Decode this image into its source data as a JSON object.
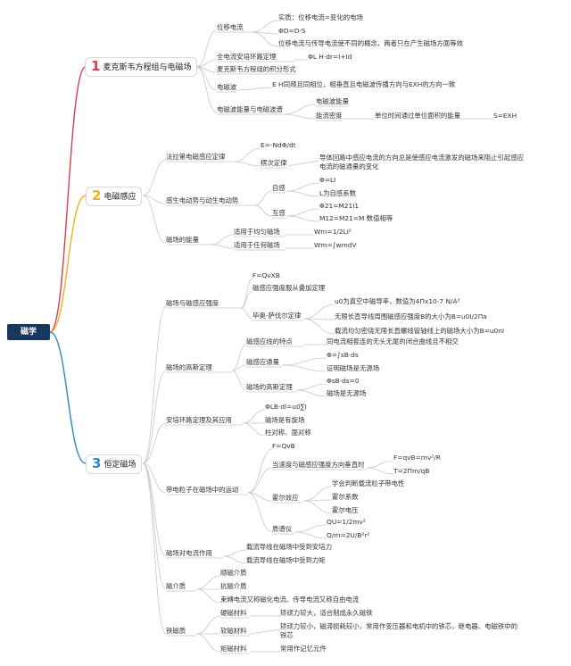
{
  "root": {
    "label": "磁学"
  },
  "colors": {
    "b1": "#d8404f",
    "b2": "#f2b01e",
    "b3": "#2f86c4",
    "root": "#17375e",
    "line": "#c8c8c8"
  },
  "b1": {
    "num": "1",
    "label": "麦克斯韦方程组与电磁场",
    "wy": {
      "label": "位移电流",
      "s": "实质：位移电流=变化的电场",
      "f": "ΦD=D·S",
      "c": "位移电流与传导电流使不同的概念，两者只在产生磁场方面等效"
    },
    "qdl": {
      "label": "全电流安培环路定理",
      "f": "ΦL H·dr=I+Id"
    },
    "mx": {
      "label": "麦克斯韦方程组的积分形式"
    },
    "dcb": {
      "label": "电磁波",
      "d": "E H同频且同相位，相垂直且电磁波传播方向与EXH的方向一致"
    },
    "nl": {
      "label": "电磁波能量与电磁波谱",
      "e": "电磁波能量",
      "p": "能流密度",
      "pd": "单位时间通过单位面积的能量",
      "pf": "S=EXH"
    }
  },
  "b2": {
    "num": "2",
    "label": "电磁感应",
    "fl": {
      "label": "法拉第电磁感应定律",
      "f": "E=-NdΦ/dt",
      "lc": "楞次定律",
      "ld": "导体回路中感应电流的方向总是使感应电流激发的磁场来阻止引起感应电流的磁通量的变化"
    },
    "gs": {
      "label": "感生电动势与动生电动势",
      "zg": "自感",
      "zf": "Φ=LI",
      "zl": "L为自感系数",
      "hg": "互感",
      "hf1": "Φ21=M21I1",
      "hf2": "M12=M21=M 数值相等"
    },
    "en": {
      "label": "磁场的能量",
      "u1": "适用于均匀磁场",
      "f1": "Wm=1/2LI²",
      "u2": "适用于任何磁场",
      "f2": "Wm=∫wmdV"
    }
  },
  "b3": {
    "num": "3",
    "label": "恒定磁场",
    "qd": {
      "label": "磁场与磁感应强度",
      "f": "F=QvXB",
      "d": "磁感应强度服从叠加定理",
      "bs": "毕奥-萨伐尔定律",
      "bs1": "u0为真空中磁导率，数值为4Пx10-7 N/A²",
      "bs2": "无限长直导线周围磁感应强度B的大小为B=u0I/2Пa",
      "bs3": "载流均匀密绕无限长直螺线管轴线上的磁场大小为B=u0nI"
    },
    "gs": {
      "label": "磁场的高斯定理",
      "tz": "磁感应线的特点",
      "tzd": "同电流相套连的无头无尾的闭合曲线且不相交",
      "tl": "磁感应通量",
      "tlf": "Φ=∫sB·ds",
      "tlz": "证明磁场是无源场",
      "gd": "磁场的高斯定理",
      "gdf": "ΦsB·ds=0",
      "gdz": "磁场是无源场"
    },
    "aq": {
      "label": "安培环路定理及其应用",
      "f": "ΦLB·dl=u0∑I",
      "x": "磁场是有旋场",
      "y": "柱对称、面对称"
    },
    "dd": {
      "label": "带电粒子在磁场中的运动",
      "f": "F=QvB",
      "cz": "当速度与磁感应强度方向垂直时",
      "cz1": "F=qvB=mv²/R",
      "cz2": "T=2Пm/qB",
      "he": "霍尔效应",
      "he1": "学会判断载流粒子带电性",
      "he2": "霍尔系数",
      "he3": "霍尔电压",
      "zp": "质谱仪",
      "zp1": "QU=1/2mv²",
      "zp2": "Q/m=2U/B²r²"
    },
    "zy": {
      "label": "磁场对电流作用",
      "a": "载流导线在磁场中受到安培力",
      "b": "载流导线在磁场中受到力矩"
    },
    "cj": {
      "label": "磁介质",
      "a": "顺磁介质",
      "b": "抗磁介质",
      "c": "束缚电流又称磁化电流、传导电流又称自由电流"
    },
    "tc": {
      "label": "铁磁质",
      "y": "硬磁材料",
      "yd": "矫顽力较大，适合制成永久磁铁",
      "r": "软磁材料",
      "rd": "矫顽力较小，磁滞损耗较小，常用作变压器和电机中的铁芯，继电器、电磁铁中的铁芯",
      "j": "矩磁材料",
      "jd": "常用作记忆元件"
    }
  }
}
